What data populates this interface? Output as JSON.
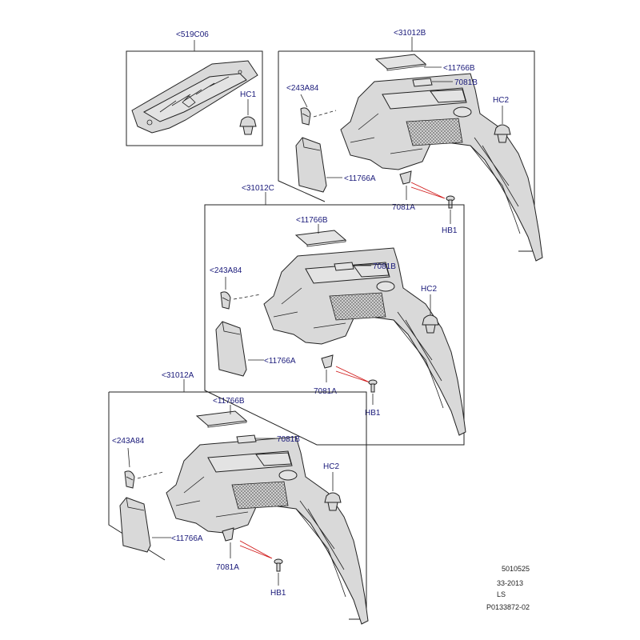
{
  "callouts": {
    "top_left_part": "<519C06",
    "top_left_clip": "HC1",
    "group_b": {
      "assembly": "<31012B",
      "cover_top": "<11766B",
      "tag": "7081B",
      "left_clip": "<243A84",
      "right_clip": "HC2",
      "cover_side": "<11766A",
      "cap": "7081A",
      "bolt": "HB1"
    },
    "group_c": {
      "assembly": "<31012C",
      "cover_top": "<11766B",
      "tag": "7081B",
      "left_clip": "<243A84",
      "right_clip": "HC2",
      "cover_side": "<11766A",
      "cap": "7081A",
      "bolt": "HB1"
    },
    "group_a": {
      "assembly": "<31012A",
      "cover_top": "<11766B",
      "tag": "7081B",
      "left_clip": "<243A84",
      "right_clip": "HC2",
      "cover_side": "<11766A",
      "cap": "7081A",
      "bolt": "HB1"
    }
  },
  "doc_codes": {
    "line1": "5010525",
    "line2": "33-2013",
    "line3": "LS",
    "line4": "P0133872-02"
  },
  "colors": {
    "callout_text": "#1a1a7a",
    "leader_highlight": "#d01818",
    "part_fill": "#d9d9d9",
    "outline": "#222222"
  }
}
